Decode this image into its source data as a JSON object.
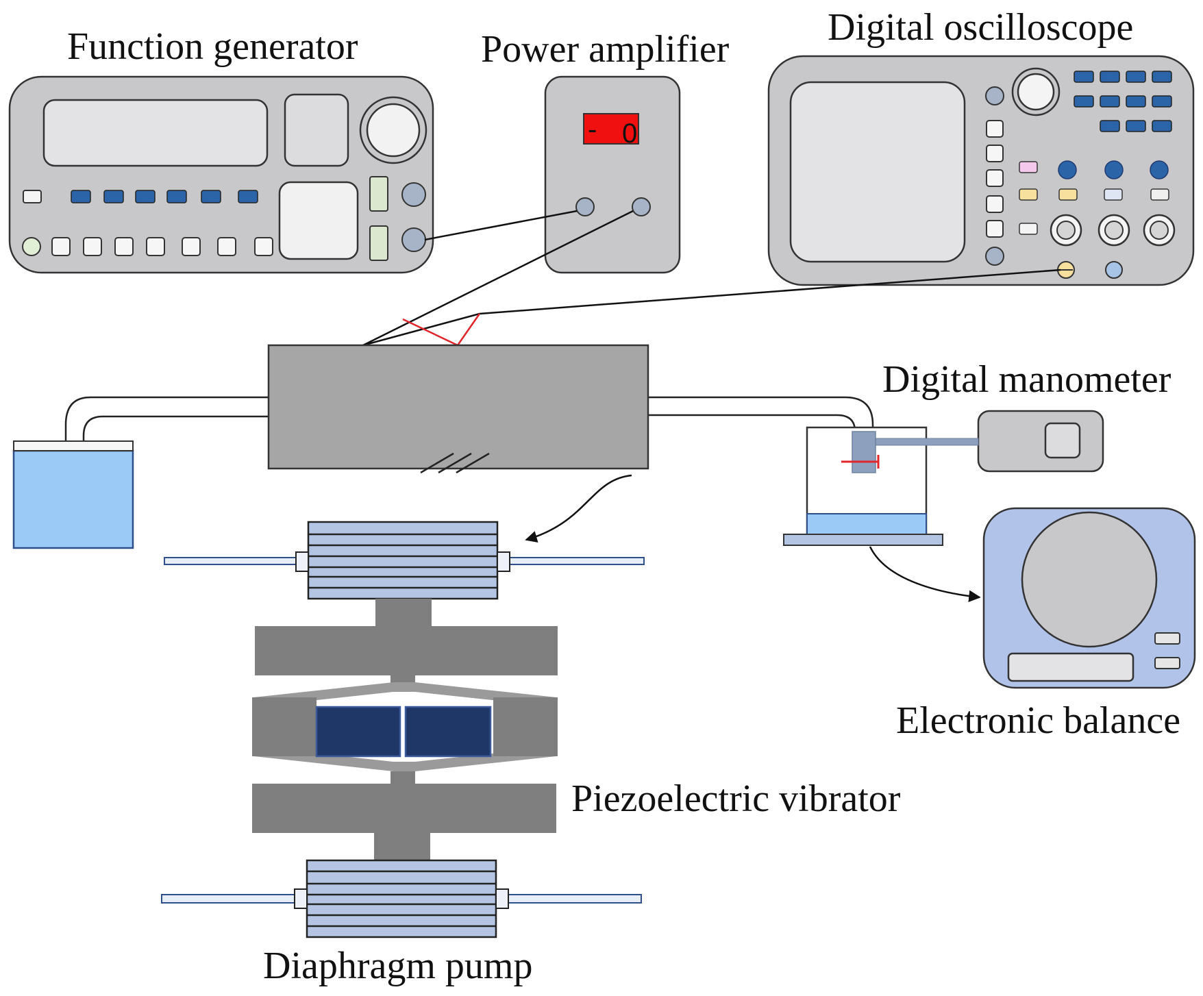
{
  "labels": {
    "function_generator": "Function generator",
    "power_amplifier": "Power amplifier",
    "digital_oscilloscope": "Digital oscilloscope",
    "digital_manometer": "Digital manometer",
    "electronic_balance": "Electronic balance",
    "piezoelectric_vibrator": "Piezoelectric vibrator",
    "diaphragm_pump": "Diaphragm pump"
  },
  "amplifier_display": {
    "left": "-",
    "right": "0"
  },
  "colors": {
    "panel_gray": "#c8c8ca",
    "screen_gray": "#e3e3e5",
    "key_blue": "#2b65a8",
    "water_blue": "#9ccaf6",
    "pump_blue": "#b4c4e3",
    "piezo_navy": "#1f3767",
    "metal_gray": "#7f7f7f",
    "chip_gray": "#a6a6a6",
    "wire_red": "#e0262b",
    "display_red": "#f01010",
    "balance_blue": "#b1c3e9"
  }
}
